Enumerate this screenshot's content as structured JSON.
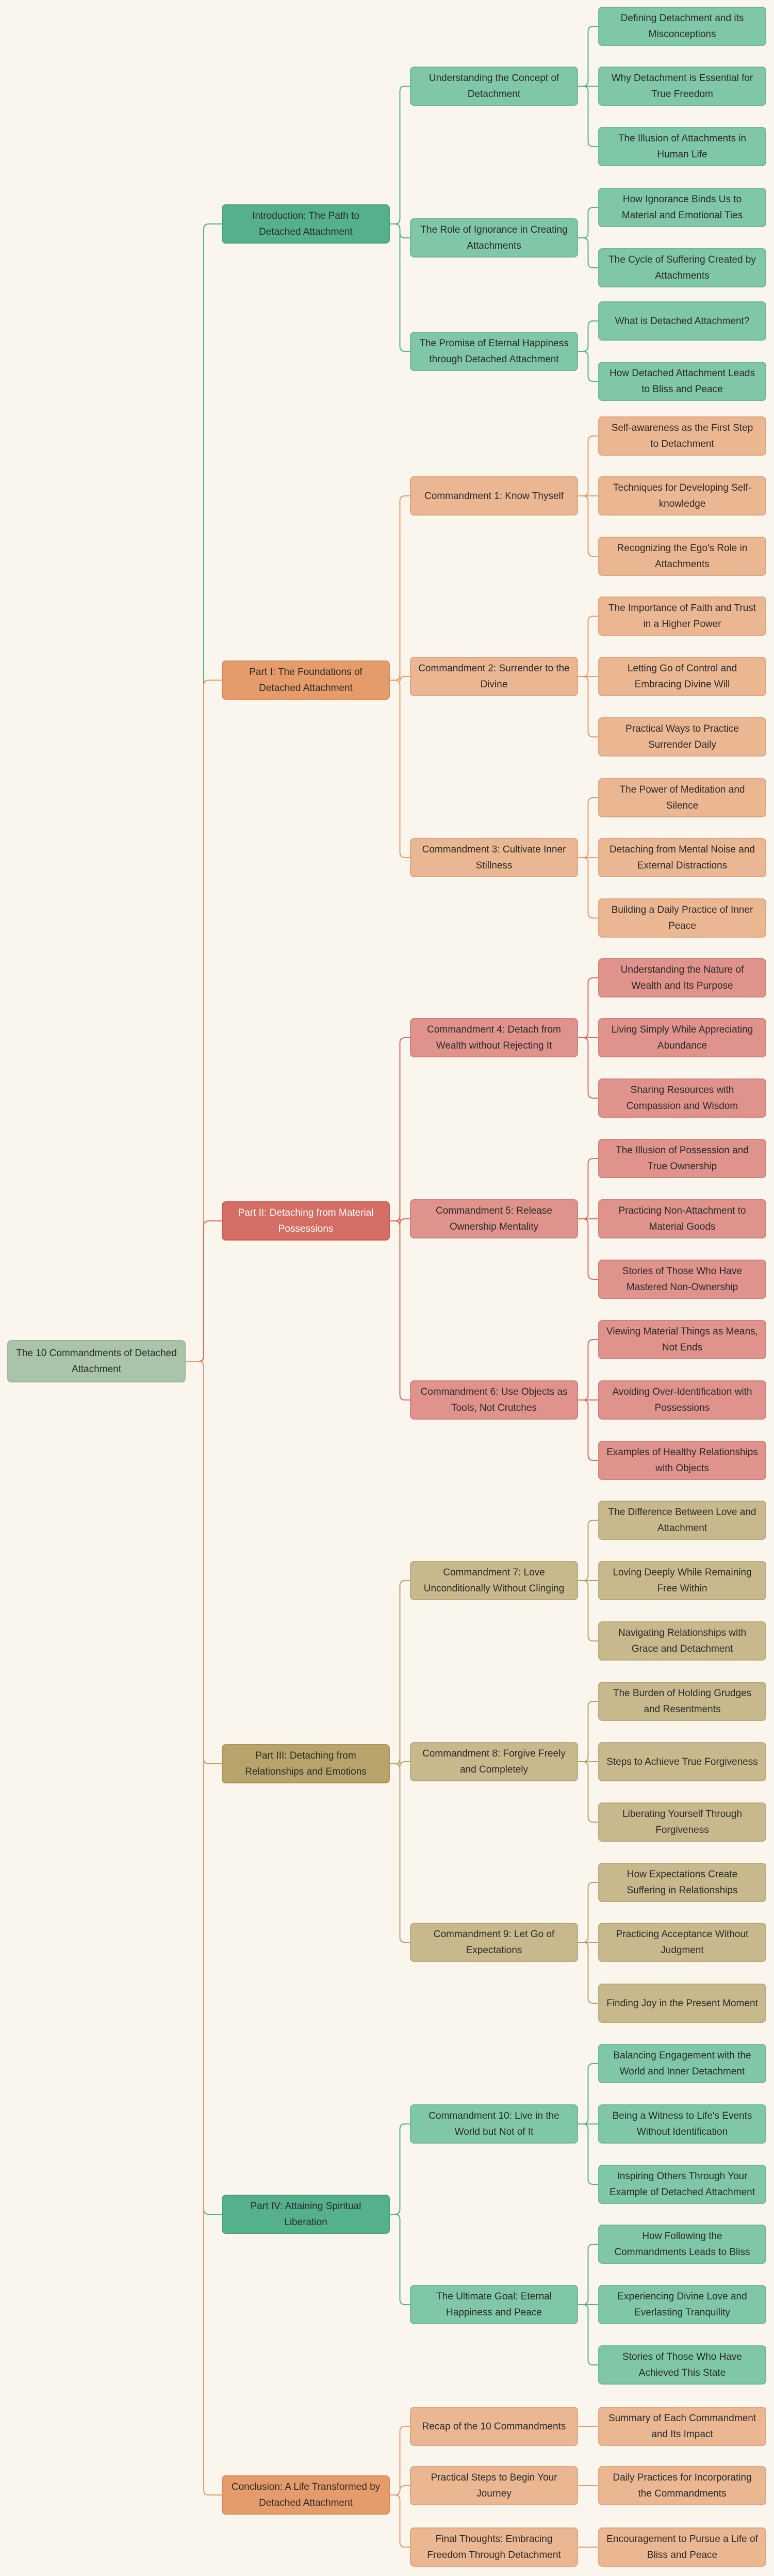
{
  "root": "The 10 Commandments of Detached Attachment",
  "sections": [
    {
      "title": "Introduction: The Path to Detached Attachment",
      "color": "green",
      "topics": [
        {
          "title": "Understanding the Concept of Detachment",
          "items": [
            "Defining Detachment and its Misconceptions",
            "Why Detachment is Essential for True Freedom",
            "The Illusion of Attachments in Human Life"
          ]
        },
        {
          "title": "The Role of Ignorance in Creating Attachments",
          "items": [
            "How Ignorance Binds Us to Material and Emotional Ties",
            "The Cycle of Suffering Created by Attachments"
          ]
        },
        {
          "title": "The Promise of Eternal Happiness through Detached Attachment",
          "items": [
            "What is Detached Attachment?",
            "How Detached Attachment Leads to Bliss and Peace"
          ]
        }
      ]
    },
    {
      "title": "Part I: The Foundations of Detached Attachment",
      "color": "orange",
      "topics": [
        {
          "title": "Commandment 1: Know Thyself",
          "items": [
            "Self-awareness as the First Step to Detachment",
            "Techniques for Developing Self-knowledge",
            "Recognizing the Ego's Role in Attachments"
          ]
        },
        {
          "title": "Commandment 2: Surrender to the Divine",
          "items": [
            "The Importance of Faith and Trust in a Higher Power",
            "Letting Go of Control and Embracing Divine Will",
            "Practical Ways to Practice Surrender Daily"
          ]
        },
        {
          "title": "Commandment 3: Cultivate Inner Stillness",
          "items": [
            "The Power of Meditation and Silence",
            "Detaching from Mental Noise and External Distractions",
            "Building a Daily Practice of Inner Peace"
          ]
        }
      ]
    },
    {
      "title": "Part II: Detaching from Material Possessions",
      "color": "red",
      "topics": [
        {
          "title": "Commandment 4: Detach from Wealth without Rejecting It",
          "items": [
            "Understanding the Nature of Wealth and Its Purpose",
            "Living Simply While Appreciating Abundance",
            "Sharing Resources with Compassion and Wisdom"
          ]
        },
        {
          "title": "Commandment 5: Release Ownership Mentality",
          "items": [
            "The Illusion of Possession and True Ownership",
            "Practicing Non-Attachment to Material Goods",
            "Stories of Those Who Have Mastered Non-Ownership"
          ]
        },
        {
          "title": "Commandment 6: Use Objects as Tools, Not Crutches",
          "items": [
            "Viewing Material Things as Means, Not Ends",
            "Avoiding Over-Identification with Possessions",
            "Examples of Healthy Relationships with Objects"
          ]
        }
      ]
    },
    {
      "title": "Part III: Detaching from Relationships and Emotions",
      "color": "olive",
      "topics": [
        {
          "title": "Commandment 7: Love Unconditionally Without Clinging",
          "items": [
            "The Difference Between Love and Attachment",
            "Loving Deeply While Remaining Free Within",
            "Navigating Relationships with Grace and Detachment"
          ]
        },
        {
          "title": "Commandment 8: Forgive Freely and Completely",
          "items": [
            "The Burden of Holding Grudges and Resentments",
            "Steps to Achieve True Forgiveness",
            "Liberating Yourself Through Forgiveness"
          ]
        },
        {
          "title": "Commandment 9: Let Go of Expectations",
          "items": [
            "How Expectations Create Suffering in Relationships",
            "Practicing Acceptance Without Judgment",
            "Finding Joy in the Present Moment"
          ]
        }
      ]
    },
    {
      "title": "Part IV: Attaining Spiritual Liberation",
      "color": "green",
      "topics": [
        {
          "title": "Commandment 10: Live in the World but Not of It",
          "items": [
            "Balancing Engagement with the World and Inner Detachment",
            "Being a Witness to Life's Events Without Identification",
            "Inspiring Others Through Your Example of Detached Attachment"
          ]
        },
        {
          "title": "The Ultimate Goal: Eternal Happiness and Peace",
          "items": [
            "How Following the Commandments Leads to Bliss",
            "Experiencing Divine Love and Everlasting Tranquility",
            "Stories of Those Who Have Achieved This State"
          ]
        }
      ]
    },
    {
      "title": "Conclusion: A Life Transformed by Detached Attachment",
      "color": "orange",
      "topics": [
        {
          "title": "Recap of the 10 Commandments",
          "items": [
            "Summary of Each Commandment and Its Impact"
          ]
        },
        {
          "title": "Practical Steps to Begin Your Journey",
          "items": [
            "Daily Practices for Incorporating the Commandments"
          ]
        },
        {
          "title": "Final Thoughts: Embracing Freedom Through Detachment",
          "items": [
            "Encouragement to Pursue a Life of Bliss and Peace"
          ]
        }
      ]
    }
  ],
  "colors": {
    "green": {
      "section": "#55b08c",
      "topic": "#7fc7a6",
      "line": "#55b08c"
    },
    "orange": {
      "section": "#e59b6a",
      "topic": "#ebb793",
      "line": "#e59b6a"
    },
    "red": {
      "section": "#d46d63",
      "topic": "#df938c",
      "line": "#d46d63"
    },
    "olive": {
      "section": "#b8a46a",
      "topic": "#c8b98c",
      "line": "#b8a46a"
    },
    "root": "#a9c4a9"
  }
}
